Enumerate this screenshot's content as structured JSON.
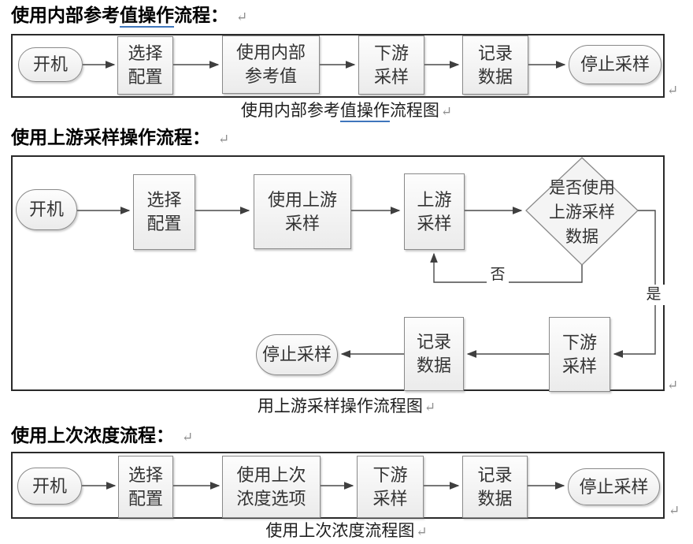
{
  "marks": {
    "paragraph": "↵"
  },
  "colors": {
    "underline_blue": "#3f76bc",
    "node_border": "#898989",
    "node_fill_top": "#fdfdfd",
    "node_fill_bottom": "#ebebeb",
    "chart_border": "#2a2a2a",
    "arrow": "#3f3f3f"
  },
  "sections": [
    {
      "heading": {
        "pre": "使用内部参考",
        "underlined": "值操作",
        "post": "流程："
      },
      "caption": {
        "pre": "使用内部参考",
        "underlined": "值操作",
        "post": "流程图"
      },
      "flow": {
        "start": "开机",
        "steps": [
          [
            "选择",
            "配置"
          ],
          [
            "使用内部",
            "参考值"
          ],
          [
            "下游",
            "采样"
          ],
          [
            "记录",
            "数据"
          ]
        ],
        "end": "停止采样"
      }
    },
    {
      "heading": {
        "pre": "使用上游采样操作流程："
      },
      "caption": {
        "pre": "用上游采样操作流程图"
      },
      "flow": {
        "start": "开机",
        "select": [
          "选择",
          "配置"
        ],
        "use_upstream": [
          "使用上游",
          "采样"
        ],
        "upstream": [
          "上游",
          "采样"
        ],
        "decision": [
          "是否使用",
          "上游采样",
          "数据"
        ],
        "no_label": "否",
        "yes_label": "是",
        "downstream": [
          "下游",
          "采样"
        ],
        "record": [
          "记录",
          "数据"
        ],
        "end": "停止采样"
      }
    },
    {
      "heading": {
        "pre": "使用上次浓度流程："
      },
      "caption": {
        "pre": "使用上次浓度流程图"
      },
      "flow": {
        "start": "开机",
        "steps": [
          [
            "选择",
            "配置"
          ],
          [
            "使用上次",
            "浓度选项"
          ],
          [
            "下游",
            "采样"
          ],
          [
            "记录",
            "数据"
          ]
        ],
        "end": "停止采样"
      }
    }
  ]
}
